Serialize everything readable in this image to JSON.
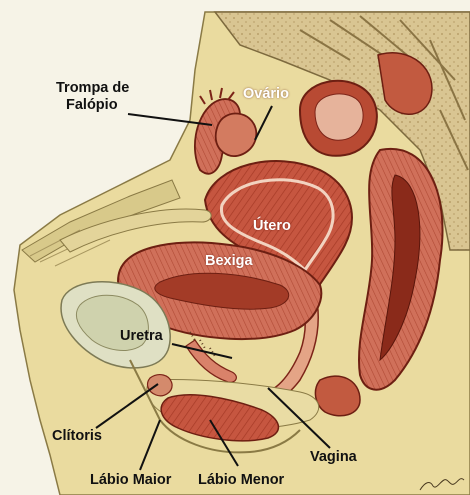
{
  "labels": {
    "trompa_line1": "Trompa de",
    "trompa_line2": "Falópio",
    "ovario": "Ovário",
    "utero": "Útero",
    "bexiga": "Bexiga",
    "uretra": "Uretra",
    "clitoris": "Clítoris",
    "labio_maior": "Lábio Maior",
    "labio_menor": "Lábio Menor",
    "vagina": "Vagina"
  },
  "signature": "Lanier",
  "colors": {
    "background": "#f6f3e7",
    "skin": "#efe2a6",
    "tissue_red": "#c4513b",
    "tissue_pink": "#e2a187",
    "dark_red": "#7c2418",
    "bone": "#dcc89a",
    "label_dark": "#111111",
    "label_light": "#ffffff"
  }
}
